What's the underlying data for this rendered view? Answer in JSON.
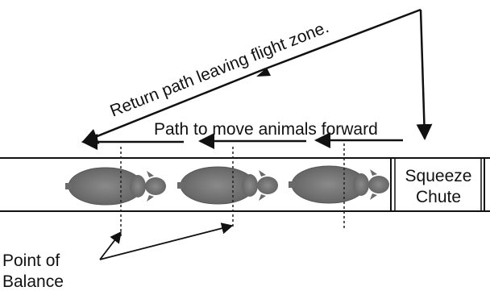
{
  "labels": {
    "return_path": "Return path leaving flight zone.",
    "forward_path": "Path to move animals forward",
    "chute_line1": "Squeeze",
    "chute_line2": "Chute",
    "balance_line1": "Point of",
    "balance_line2": "Balance"
  },
  "colors": {
    "stroke": "#111111",
    "animal_fill": "#707070",
    "background": "#ffffff"
  },
  "icons": [
    "cattle-icon",
    "arrowhead"
  ]
}
